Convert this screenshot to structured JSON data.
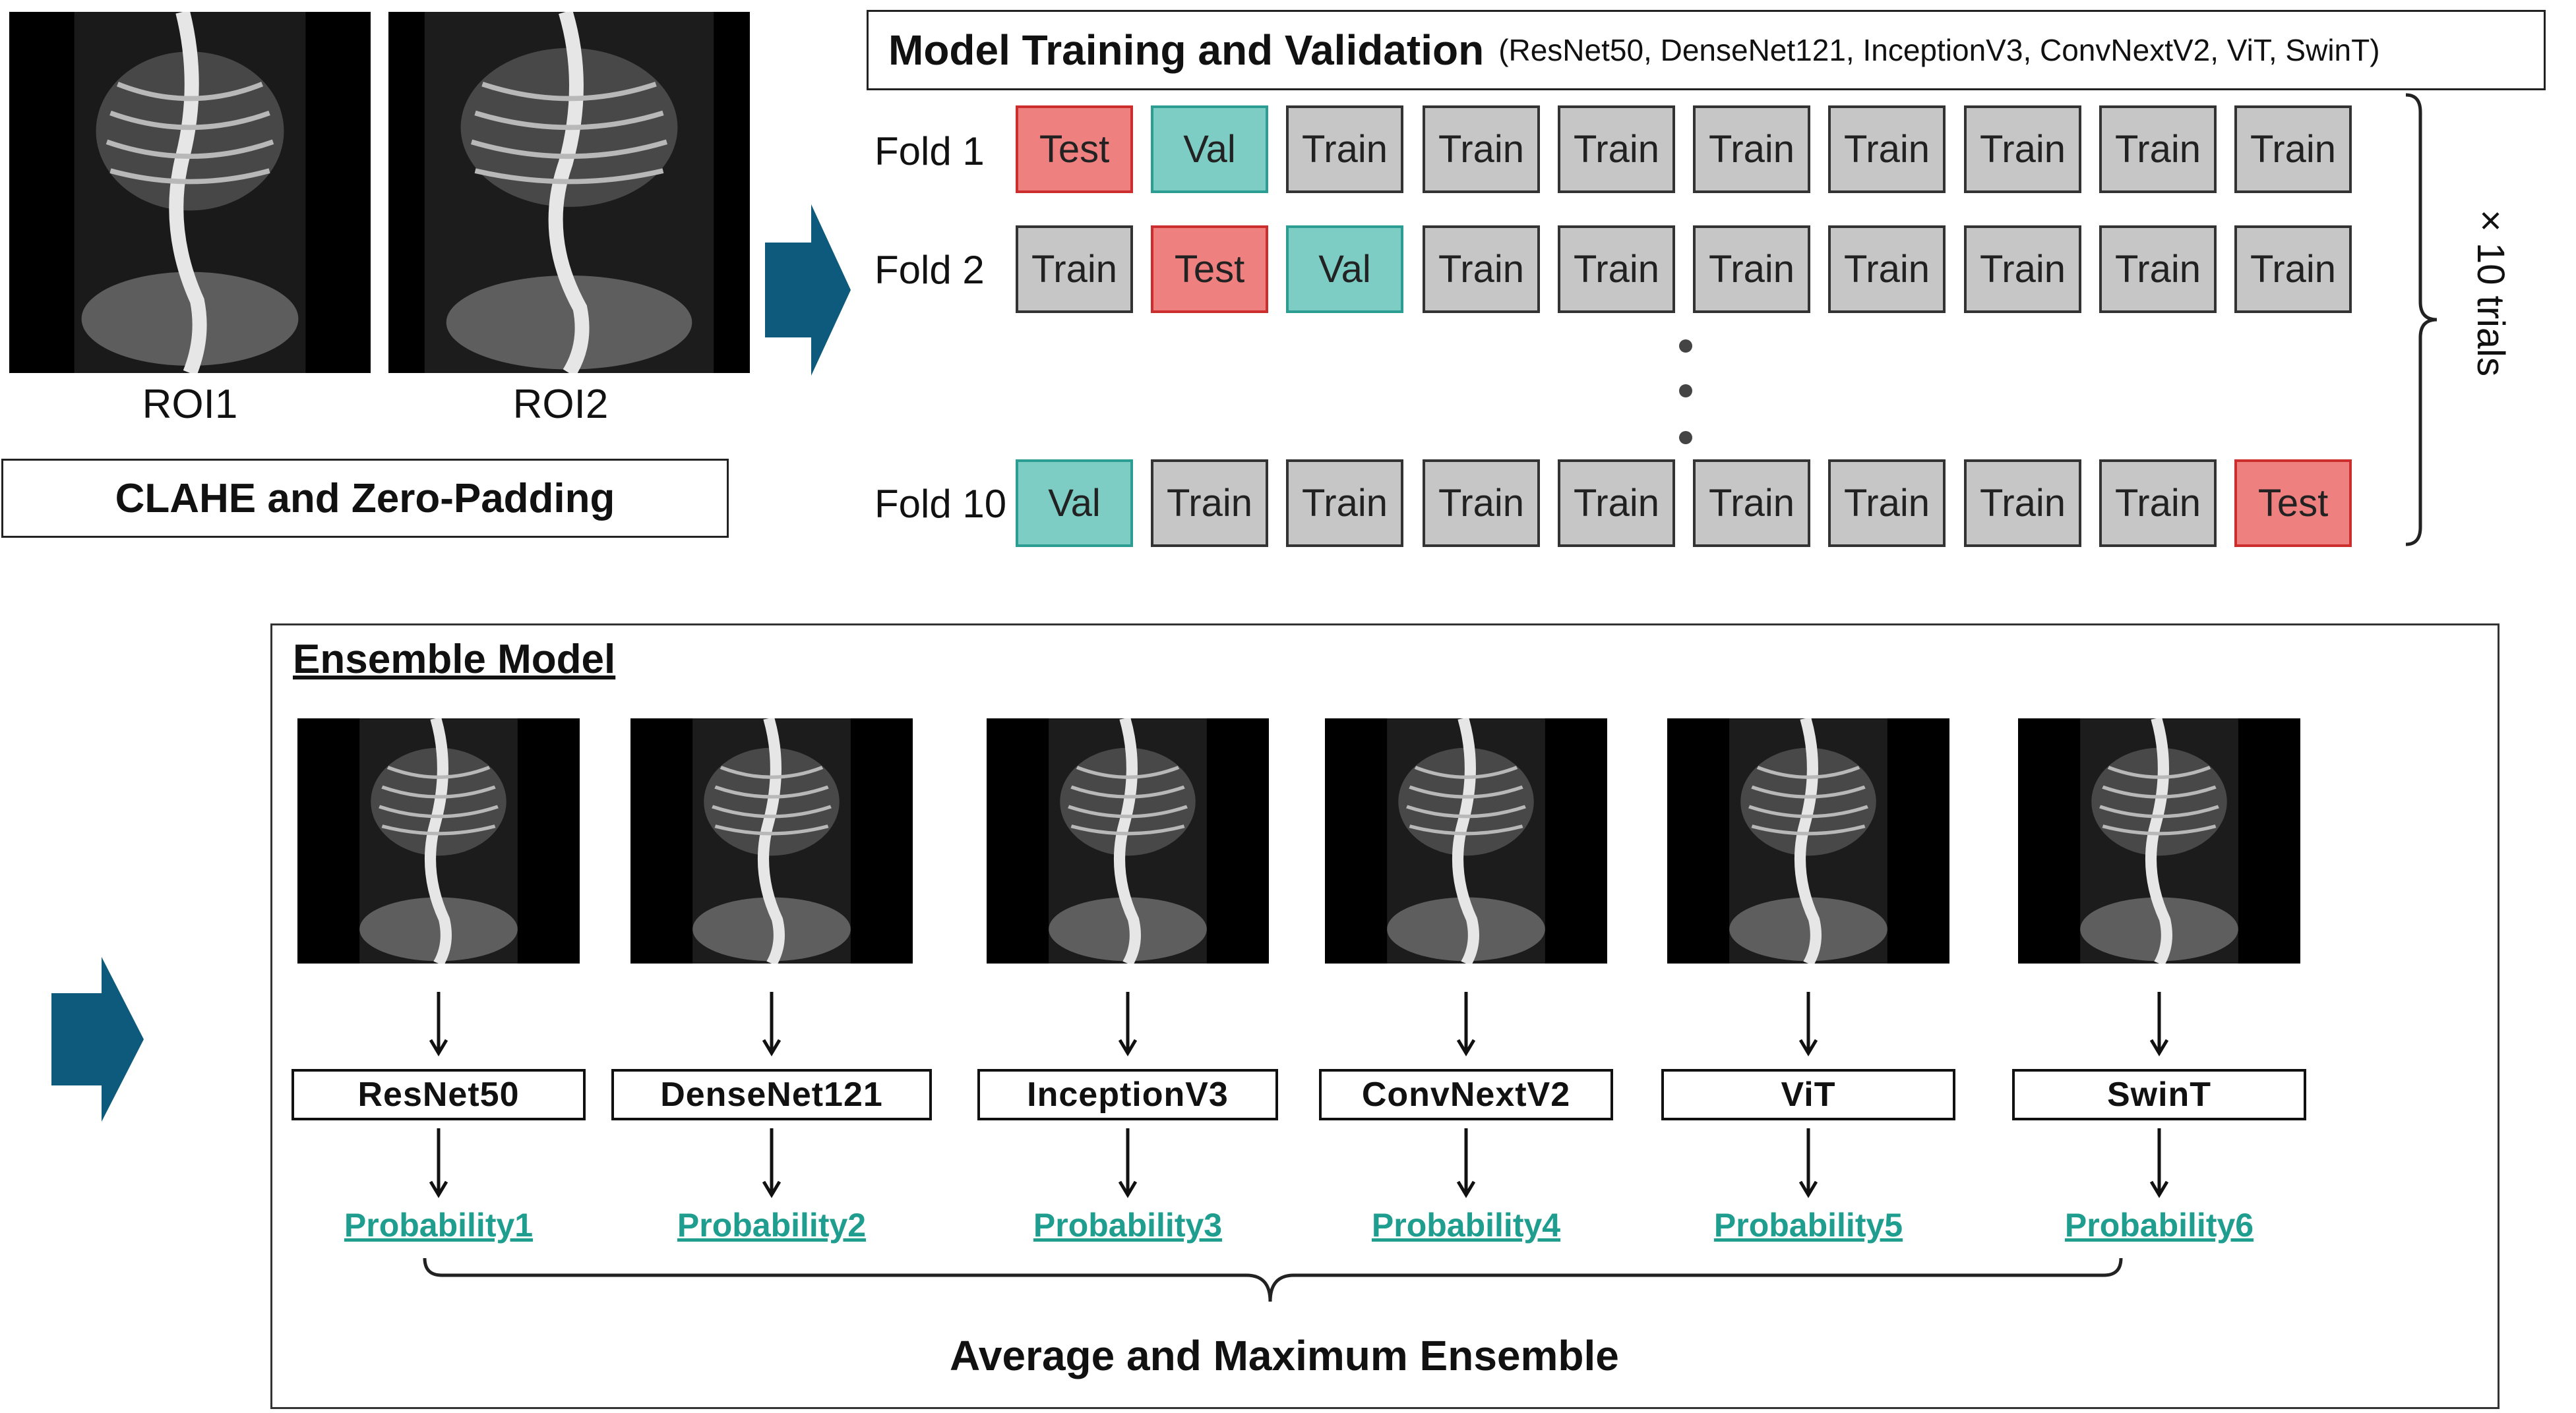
{
  "preprocessing": {
    "roi_labels": [
      "ROI1",
      "ROI2"
    ],
    "method_label": "CLAHE and Zero-Padding"
  },
  "training": {
    "title": "Model Training and Validation",
    "subtitle": "(ResNet50, DenseNet121, InceptionV3, ConvNextV2, ViT, SwinT)",
    "folds": [
      {
        "label": "Fold 1",
        "cells": [
          "Test",
          "Val",
          "Train",
          "Train",
          "Train",
          "Train",
          "Train",
          "Train",
          "Train",
          "Train"
        ]
      },
      {
        "label": "Fold 2",
        "cells": [
          "Train",
          "Test",
          "Val",
          "Train",
          "Train",
          "Train",
          "Train",
          "Train",
          "Train",
          "Train"
        ]
      },
      {
        "label": "Fold 10",
        "cells": [
          "Val",
          "Train",
          "Train",
          "Train",
          "Train",
          "Train",
          "Train",
          "Train",
          "Train",
          "Test"
        ]
      }
    ],
    "repeat_label": "× 10 trials"
  },
  "ensemble": {
    "title": "Ensemble Model",
    "models": [
      "ResNet50",
      "DenseNet121",
      "InceptionV3",
      "ConvNextV2",
      "ViT",
      "SwinT"
    ],
    "probabilities": [
      "Probability1",
      "Probability2",
      "Probability3",
      "Probability4",
      "Probability5",
      "Probability6"
    ],
    "caption": "Average and Maximum Ensemble"
  },
  "colors": {
    "arrow": "#0e5a7c",
    "test": "#ee8180",
    "val": "#7dcdc5",
    "train": "#c6c6c6",
    "probability_text": "#1f9e8f"
  }
}
